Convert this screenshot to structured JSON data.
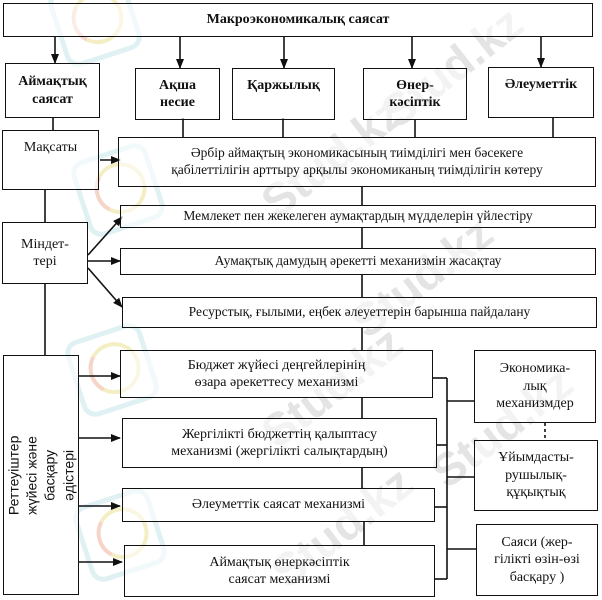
{
  "diagram": {
    "title": "Макроэкономикалық саясат",
    "policy_types": [
      {
        "label": "Аймақтық\nсаясат"
      },
      {
        "label": "Ақша\nнесие"
      },
      {
        "label": "Қаржылық"
      },
      {
        "label": "Өнер-\nкәсіптік"
      },
      {
        "label": "Әлеуметтік"
      }
    ],
    "goal": {
      "label": "Мақсаты",
      "text": "Әрбір аймақтың экономикасының тиімділігі мен бәсекеге\nқабілеттілігін арттыру арқылы экономиканың тиімділігін көтеру"
    },
    "tasks": {
      "label": "Міндет-\nтері",
      "items": [
        {
          "text": "Мемлекет пен жекелеген аумақтардың мүдделерін үйлестіру"
        },
        {
          "text": "Аумақтық дамудың әрекетті механизмін жасақтау"
        },
        {
          "text": "Ресурстық, ғылыми, еңбек әлеуеттерін барынша пайдалану"
        }
      ]
    },
    "regulators": {
      "label": "Реттеуіштер жүйесі және\nбасқару әдістері",
      "mechanisms": [
        {
          "text": "Бюджет жүйесі деңгейлерінің\nөзара әрекеттесу механизмі"
        },
        {
          "text": "Жергілікті бюджеттің қалыптасу\nмеханизмі (жергілікті салықтардың)"
        },
        {
          "text": "Әлеуметтік саясат механизмі"
        },
        {
          "text": "Аймақтық өнеркәсіптік\nсаясат механизмі"
        }
      ]
    },
    "mechanism_types": [
      {
        "text": "Экономика-\nлық\nмеханизмдер"
      },
      {
        "text": "Ұйымдасты-\nрушылық-\nқұқықтық"
      },
      {
        "text": "Саяси (жер-\nгілікті өзін-өзі\nбасқару )"
      }
    ],
    "watermark": "Stud.kz"
  }
}
